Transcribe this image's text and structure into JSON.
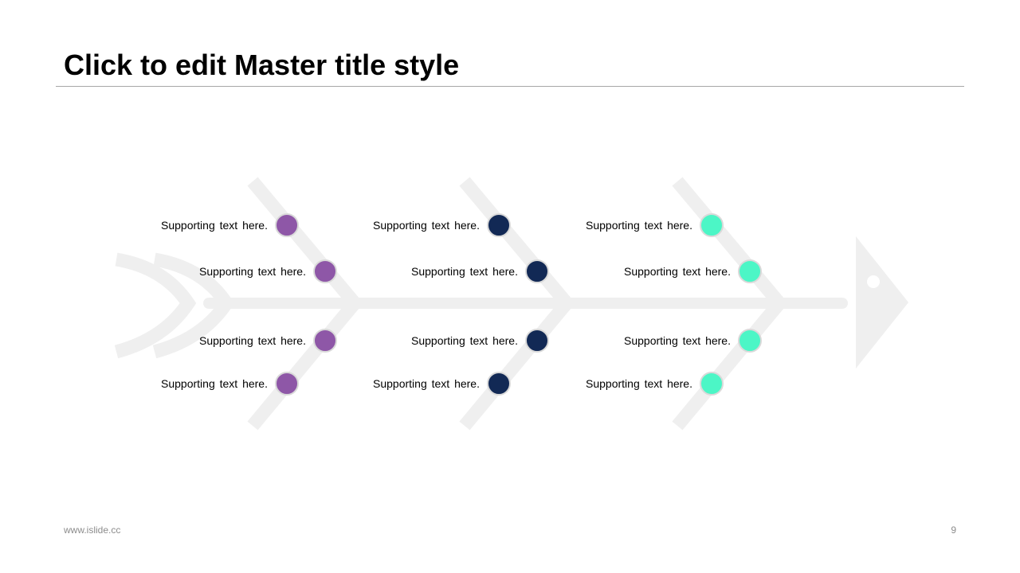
{
  "slide": {
    "title": "Click to edit Master title style",
    "footer_url": "www.islide.cc",
    "page_number": "9"
  },
  "fishbone": {
    "bone_color": "#efefef",
    "columns": [
      {
        "color": "#8e57a7",
        "items": [
          "Supporting text here.",
          "Supporting text here.",
          "Supporting text here.",
          "Supporting text here."
        ]
      },
      {
        "color": "#122955",
        "items": [
          "Supporting text here.",
          "Supporting text here.",
          "Supporting text here.",
          "Supporting text here."
        ]
      },
      {
        "color": "#4cf6c6",
        "items": [
          "Supporting text here.",
          "Supporting text here.",
          "Supporting text here.",
          "Supporting text here."
        ]
      }
    ]
  }
}
